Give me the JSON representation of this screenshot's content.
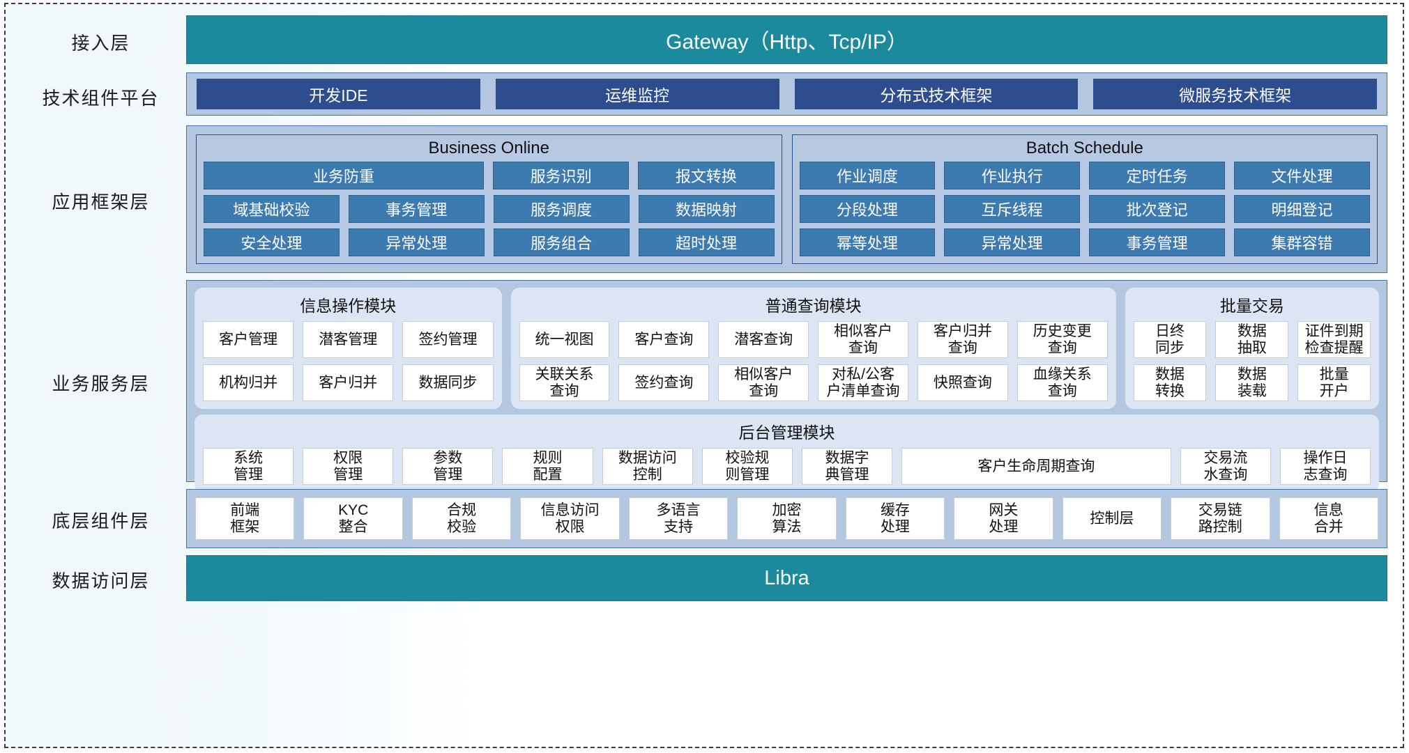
{
  "layers": [
    {
      "label": "接入层"
    },
    {
      "label": "技术组件平台"
    },
    {
      "label": "应用框架层"
    },
    {
      "label": "业务服务层"
    },
    {
      "label": "底层组件层"
    },
    {
      "label": "数据访问层"
    }
  ],
  "access_layer": {
    "gateway_label": "Gateway（Http、Tcp/IP）"
  },
  "tech_platform": {
    "items": [
      {
        "label": "开发IDE"
      },
      {
        "label": "运维监控"
      },
      {
        "label": "分布式技术框架"
      },
      {
        "label": "微服务技术框架"
      }
    ]
  },
  "app_framework": {
    "groups": [
      {
        "title": "Business Online",
        "rows": [
          [
            "业务防重",
            "服务识别",
            "报文转换"
          ],
          [
            "域基础校验",
            "事务管理",
            "服务调度",
            "数据映射"
          ],
          [
            "安全处理",
            "异常处理",
            "服务组合",
            "超时处理"
          ]
        ]
      },
      {
        "title": "Batch Schedule",
        "rows": [
          [
            "作业调度",
            "作业执行",
            "定时任务",
            "文件处理"
          ],
          [
            "分段处理",
            "互斥线程",
            "批次登记",
            "明细登记"
          ],
          [
            "幂等处理",
            "异常处理",
            "事务管理",
            "集群容错"
          ]
        ]
      }
    ]
  },
  "business_service": {
    "modules": [
      {
        "title": "信息操作模块",
        "rows": [
          [
            "客户管理",
            "潜客管理",
            "签约管理"
          ],
          [
            "机构归并",
            "客户归并",
            "数据同步"
          ]
        ]
      },
      {
        "title": "普通查询模块",
        "rows": [
          [
            "统一视图",
            "客户查询",
            "潜客查询",
            "相似客户\n查询",
            "客户归并\n查询",
            "历史变更\n查询"
          ],
          [
            "关联关系\n查询",
            "签约查询",
            "相似客户\n查询",
            "对私/公客\n户清单查询",
            "快照查询",
            "血缘关系\n查询"
          ]
        ]
      },
      {
        "title": "批量交易",
        "rows": [
          [
            "日终\n同步",
            "数据\n抽取",
            "证件到期\n检查提醒"
          ],
          [
            "数据\n转换",
            "数据\n装载",
            "批量\n开户"
          ]
        ]
      }
    ],
    "admin_module": {
      "title": "后台管理模块",
      "items": [
        {
          "label": "系统\n管理",
          "wide": false
        },
        {
          "label": "权限\n管理",
          "wide": false
        },
        {
          "label": "参数\n管理",
          "wide": false
        },
        {
          "label": "规则\n配置",
          "wide": false
        },
        {
          "label": "数据访问\n控制",
          "wide": false
        },
        {
          "label": "校验规\n则管理",
          "wide": false
        },
        {
          "label": "数据字\n典管理",
          "wide": false
        },
        {
          "label": "客户生命周期查询",
          "wide": true
        },
        {
          "label": "交易流\n水查询",
          "wide": false
        },
        {
          "label": "操作日\n志查询",
          "wide": false
        }
      ]
    }
  },
  "base_components": {
    "items": [
      {
        "label": "前端\n框架",
        "wide": false
      },
      {
        "label": "KYC\n整合",
        "wide": false
      },
      {
        "label": "合规\n校验",
        "wide": false
      },
      {
        "label": "信息访问\n权限",
        "wide": false
      },
      {
        "label": "多语言\n支持",
        "wide": false
      },
      {
        "label": "加密\n算法",
        "wide": false
      },
      {
        "label": "缓存\n处理",
        "wide": false
      },
      {
        "label": "网关\n处理",
        "wide": false
      },
      {
        "label": "控制层",
        "wide": false
      },
      {
        "label": "交易链\n路控制",
        "wide": false
      },
      {
        "label": "信息\n合并",
        "wide": false
      }
    ]
  },
  "data_access": {
    "label": "Libra"
  },
  "colors": {
    "teal": "#1a8a9c",
    "band": "#b4c7e0",
    "dark_blue": "#2e4d8e",
    "mid_blue": "#3d7ab0",
    "card": "#dce5f3",
    "cell": "#ffffff"
  }
}
